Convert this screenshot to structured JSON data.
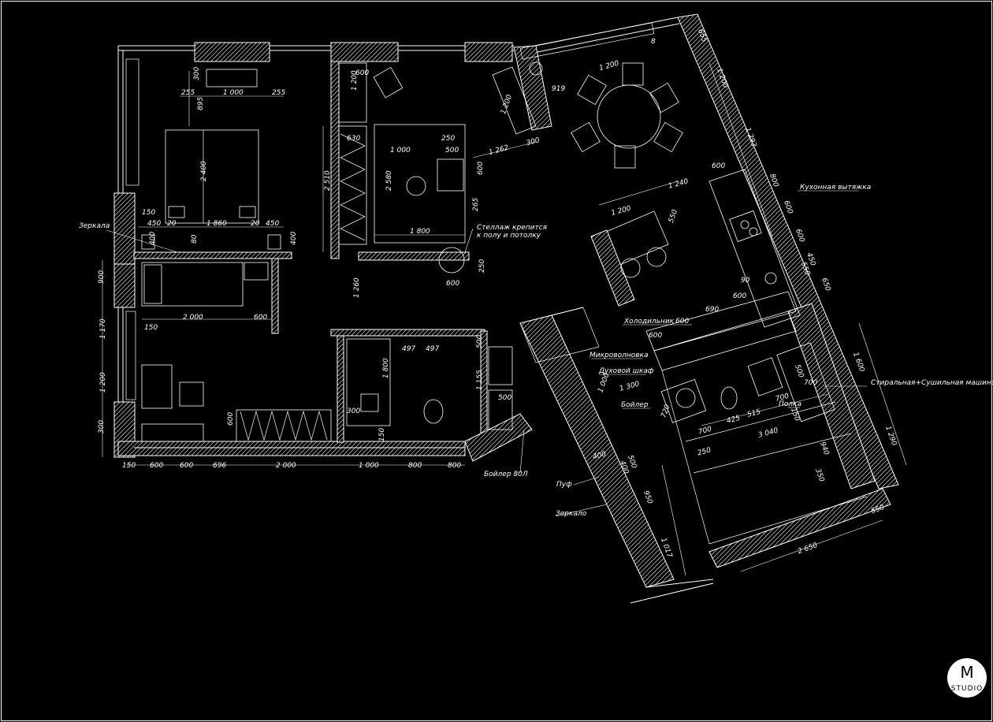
{
  "labels": {
    "mirrors_left": "Зеркала",
    "shelf_line1": "Стеллаж крепится",
    "shelf_line2": "к полу и потолку",
    "hood": "Кухонная вытяжка",
    "fridge": "Холодильник",
    "microwave": "Микроволновка",
    "oven": "Духовой шкаф",
    "boiler": "Бойлер",
    "washer": "Стиральная+Сушильная машина",
    "shelf": "Полка",
    "boiler80": "Бойлер 80Л",
    "pouf": "Пуф",
    "mirror_hall": "Зеркало"
  },
  "logo": {
    "title": "M",
    "subtitle": "STUDIO"
  },
  "dims": {
    "d300a": "300",
    "d255a": "255",
    "d1000a": "1 000",
    "d255b": "255",
    "d895": "895",
    "d2400": "2 400",
    "d150a": "150",
    "d450a": "450",
    "d20a": "20",
    "d1860": "1 860",
    "d20b": "20",
    "d450b": "450",
    "d80": "80",
    "d400a": "400",
    "d400b": "400",
    "d600a": "600",
    "d1200a": "1 200",
    "d630": "630",
    "d2510": "2 510",
    "d250a": "250",
    "d500a": "500",
    "d1000b": "1 000",
    "d2580": "2 580",
    "d600b": "600",
    "d265": "265",
    "d1800a": "1 800",
    "d600c": "600",
    "d250b": "250",
    "d1260": "1 260",
    "d1200b": "1 200",
    "d919": "919",
    "d1262": "1 262",
    "d300b": "300",
    "d1200c": "1 200",
    "d8": "8",
    "d600d": "600",
    "d1240": "1 240",
    "d1200d": "1 200",
    "d550a": "550",
    "d90": "90",
    "d690": "690",
    "d600e": "600",
    "d600f": "600",
    "d600g": "600",
    "d655": "655",
    "d1200e": "1 200",
    "d1293": "1 293",
    "d800a": "800",
    "d600h": "600",
    "d600i": "600",
    "d450c": "450",
    "d550b": "550",
    "d650": "650",
    "d1600": "1 600",
    "d1290": "1 290",
    "d550c": "550",
    "d2650": "2 650",
    "d900": "900",
    "d1170": "1 170",
    "d1200f": "1 200",
    "d300c": "300",
    "d150b": "150",
    "d2000a": "2 000",
    "d600j": "600",
    "d150c": "150",
    "d600k": "600",
    "d600l": "600",
    "d696": "696",
    "d2000b": "2 000",
    "d1000c": "1 000",
    "d800b": "800",
    "d800c": "800",
    "d497a": "497",
    "d497b": "497",
    "d500b": "500",
    "d1155": "1 155",
    "d500c": "500",
    "d1800b": "1 800",
    "d300d": "300",
    "d150d": "150",
    "d1000d": "1 000",
    "d1300": "1 300",
    "d700a": "700",
    "d425": "425",
    "d515": "515",
    "d700b": "700",
    "d3040": "3 040",
    "d720": "720",
    "d500d": "500",
    "d700c": "700",
    "d150e": "150",
    "d350": "350",
    "d940": "940",
    "d250c": "250",
    "d400c": "400",
    "d400d": "400",
    "d500e": "500",
    "d950": "950",
    "d1017": "1 017",
    "d600m": "600"
  }
}
